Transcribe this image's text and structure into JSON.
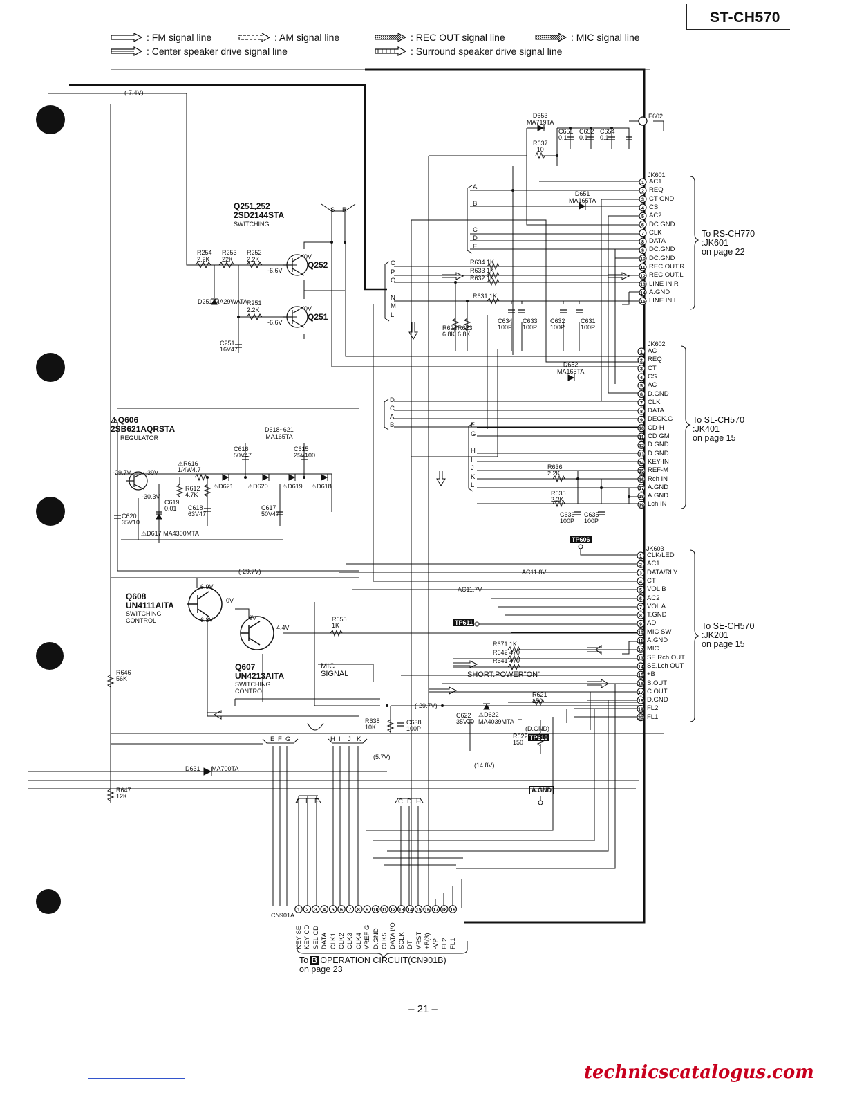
{
  "model": "ST-CH570",
  "legend": {
    "fm": ": FM signal line",
    "am": ": AM signal line",
    "rec_out": ": REC OUT signal line",
    "mic": ": MIC signal line",
    "center": ": Center speaker drive signal line",
    "surround": ": Surround speaker drive signal line"
  },
  "components": {
    "q251_title": "Q251,252",
    "q251_part": "2SD2144STA",
    "q251_func": "SWITCHING",
    "q252": "Q252",
    "q251": "Q251",
    "q606_title": "⚠Q606",
    "q606_part": "2SB621AQRSTA",
    "q606_func": "REGULATOR",
    "q608_title": "Q608",
    "q608_part": "UN4111AITA",
    "q608_func1": "SWITCHING",
    "q608_func2": "CONTROL",
    "q607_title": "Q607",
    "q607_part": "UN4213AITA",
    "q607_func1": "SWITCHING",
    "q607_func2": "CONTROL",
    "d618": "D618~621",
    "d618_part": "MA165TA",
    "d653": "D653",
    "d653_part": "MA719TA",
    "d651": "D651",
    "d651_part": "MA165TA",
    "d652": "D652",
    "d652_part": "MA165TA",
    "d631": "D631",
    "d631_part": "MA700TA",
    "d622": "⚠D622",
    "d622_part": "MA4039MTA",
    "e602": "E602",
    "mic_signal1": "MIC",
    "mic_signal2": "SIGNAL",
    "short_power": "SHORT:POWER\"ON\"",
    "dgnd": "(D.GND)",
    "tp606": "TP606",
    "tp611": "TP611",
    "tp610": "TP610",
    "agnd_box": "A.GND"
  },
  "voltages": {
    "v_neg74": "(-7.4V)",
    "v_neg297": "(-29.7V)",
    "v_neg297b": "(-29.7V)",
    "v_57": "(5.7V)",
    "v_148": "(14.8V)",
    "ac118": "AC11.8V",
    "ac117": "AC11.7V",
    "v0a": "0V",
    "v0b": "0V",
    "v66a": "-6.6V",
    "v66b": "-6.6V",
    "v297": "-29.7V",
    "v39": "-39V",
    "v303": "-30.3V",
    "v69a": "6.9V",
    "v68": "6.8V",
    "v0c": "0V",
    "v0d": "0V",
    "v44": "4.4V"
  },
  "jk601": {
    "name": "JK601",
    "pins": [
      "AC1",
      "REQ",
      "CT GND",
      "CS",
      "AC2",
      "DC.GND",
      "CLK",
      "DATA",
      "DC.GND",
      "DC.GND",
      "REC OUT.R",
      "REC OUT.L",
      "LINE IN.R",
      "A.GND",
      "LINE IN.L"
    ],
    "to1": "To RS-CH770",
    "to2": ":JK601",
    "to3": "on page 22"
  },
  "jk602": {
    "name": "JK602",
    "pins": [
      "AC",
      "REQ",
      "CT",
      "CS",
      "AC",
      "D.GND",
      "CLK",
      "DATA",
      "DECK.G",
      "CD-H",
      "CD GM",
      "D.GND",
      "D.GND",
      "KEY-IN",
      "REF-M",
      "Rch IN",
      "A.GND",
      "A.GND",
      "Lch IN"
    ],
    "to1": "To SL-CH570",
    "to2": ":JK401",
    "to3": "on page 15"
  },
  "jk603": {
    "name": "JK603",
    "pins": [
      "CLK/LED",
      "AC1",
      "DATA/RLY",
      "CT",
      "VOL B",
      "AC2",
      "VOL A",
      "T.GND",
      "ADI",
      "MIC SW",
      "A.GND",
      "MIC",
      "SE.Rch OUT",
      "SE.Lch OUT",
      "+B",
      "S.OUT",
      "C.OUT",
      "D.GND",
      "FL2",
      "FL1"
    ],
    "to1": "To SE-CH570",
    "to2": ":JK201",
    "to3": "on page 15"
  },
  "cn901a": {
    "name": "CN901A",
    "pins": [
      "KEY SE",
      "KEY CD",
      "SEL CD",
      "DATA",
      "CLK1",
      "CLK2",
      "CLK3",
      "CLK4",
      "VREF G",
      "D.GND",
      "CLK5",
      "DATA I/O",
      "SCLK",
      "DT",
      "VRST",
      "+B(3)",
      "-VP",
      "FL2",
      "FL1"
    ],
    "to1": "To",
    "to_box": "B",
    "to2": "OPERATION CIRCUIT(CN901B)",
    "to3": "on page 23"
  },
  "bus_letters": {
    "left_top": [
      "A",
      "B",
      "C",
      "D",
      "E"
    ],
    "opn": [
      "O",
      "P",
      "O",
      "N",
      "M",
      "L"
    ],
    "dcab": [
      "D",
      "C",
      "A",
      "B"
    ],
    "fg": [
      "F",
      "G",
      "H",
      "I",
      "J",
      "K",
      "L"
    ],
    "efg": [
      "E",
      "F",
      "G"
    ],
    "hijk": [
      "H",
      "I",
      "J",
      "K"
    ],
    "lif": [
      "L",
      "I",
      "F"
    ],
    "cdh": [
      "C",
      "D",
      "H"
    ],
    "sr": [
      "S",
      "R"
    ]
  },
  "resistors": [
    {
      "ref": "R254",
      "val": "2.2K"
    },
    {
      "ref": "R253",
      "val": "22K"
    },
    {
      "ref": "R252",
      "val": "2.2K"
    },
    {
      "ref": "R251",
      "val": "2.2K"
    },
    {
      "ref": "R634",
      "val": "1K"
    },
    {
      "ref": "R633",
      "val": "1K"
    },
    {
      "ref": "R632",
      "val": "1K"
    },
    {
      "ref": "R631",
      "val": "1K"
    },
    {
      "ref": "R637",
      "val": "10"
    },
    {
      "ref": "R636",
      "val": "2.2K"
    },
    {
      "ref": "R635",
      "val": "2.2K"
    },
    {
      "ref": "R655",
      "val": "1K"
    },
    {
      "ref": "R671",
      "val": "1K"
    },
    {
      "ref": "R642",
      "val": "470"
    },
    {
      "ref": "R641",
      "val": "470"
    },
    {
      "ref": "R621",
      "val": "150"
    },
    {
      "ref": "⚠R616",
      "val": "1/4W4.7"
    },
    {
      "ref": "R612",
      "val": "4.7K"
    },
    {
      "ref": "R646",
      "val": "56K"
    },
    {
      "ref": "R647",
      "val": "12K"
    },
    {
      "ref": "R638",
      "val": "10K"
    },
    {
      "ref": "R622",
      "val": "150"
    },
    {
      "ref": "R624",
      "val": "6.8K"
    },
    {
      "ref": "R623",
      "val": "6.8K"
    }
  ],
  "capacitors": [
    {
      "ref": "C651",
      "val": "0.1"
    },
    {
      "ref": "C652",
      "val": "0.1"
    },
    {
      "ref": "C654",
      "val": "0.1"
    },
    {
      "ref": "C634",
      "val": "100P"
    },
    {
      "ref": "C633",
      "val": "100P"
    },
    {
      "ref": "C632",
      "val": "100P"
    },
    {
      "ref": "C631",
      "val": "100P"
    },
    {
      "ref": "C251",
      "val": "16V47"
    },
    {
      "ref": "C616",
      "val": "50V47"
    },
    {
      "ref": "C615",
      "val": "25V100"
    },
    {
      "ref": "C619",
      "val": "0.01"
    },
    {
      "ref": "C618",
      "val": "63V47"
    },
    {
      "ref": "C617",
      "val": "50V47"
    },
    {
      "ref": "C620",
      "val": "35V10"
    },
    {
      "ref": "C636",
      "val": "100P"
    },
    {
      "ref": "C635",
      "val": "100P"
    },
    {
      "ref": "C622",
      "val": "35V10"
    },
    {
      "ref": "C638",
      "val": "100P"
    }
  ],
  "diodes": [
    "D251 MA29WATA",
    "⚠D621",
    "⚠D620",
    "⚠D619",
    "⚠D618",
    "⚠D617 MA4300MTA"
  ],
  "page_number": "– 21 –",
  "watermark": "technicscatalogus.com"
}
